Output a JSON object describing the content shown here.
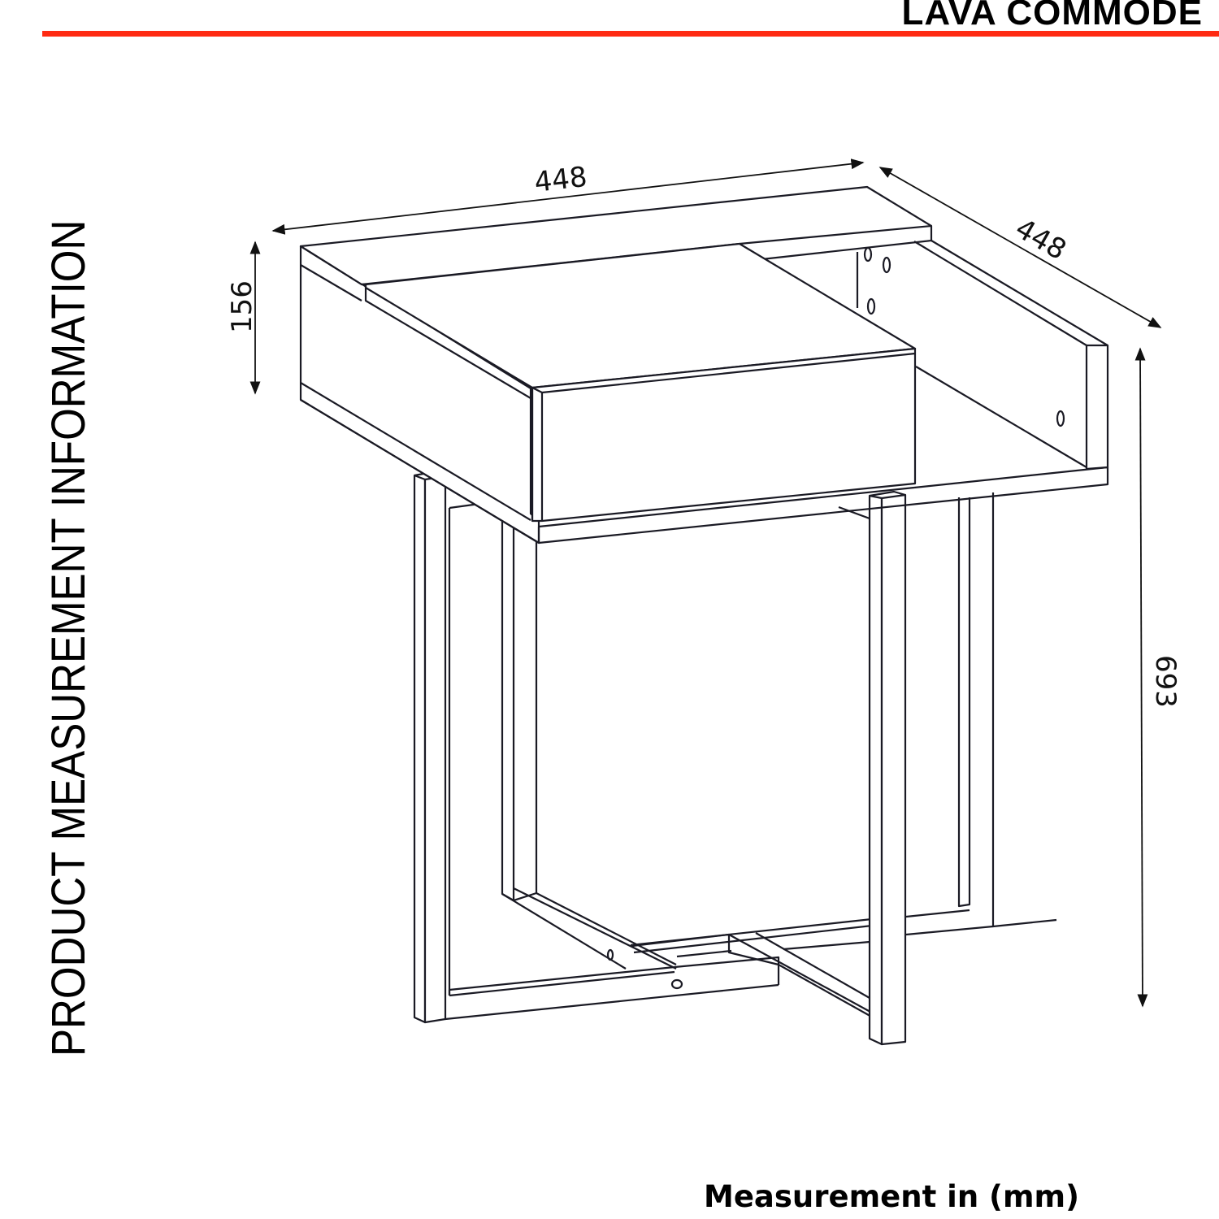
{
  "header": {
    "title": "LAVA COMMODE",
    "accent_color": "#ff2a12"
  },
  "side_label": "PRODUCT MEASUREMENT INFORMATION",
  "footer": {
    "units_note": "Measurement in (mm)"
  },
  "dimensions": {
    "width": "448",
    "depth": "448",
    "top_height": "156",
    "total_height": "693"
  },
  "icons": {
    "dimension-arrow": "double-headed arrow"
  }
}
